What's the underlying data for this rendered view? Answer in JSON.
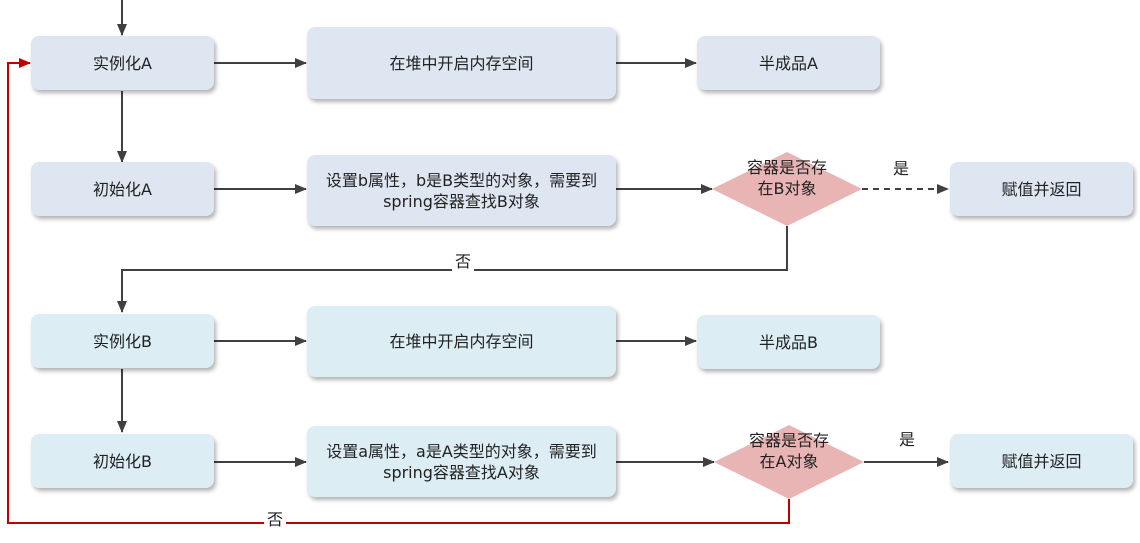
{
  "nodes": {
    "instantiate_a": "实例化A",
    "heap_a": "在堆中开启内存空间",
    "half_a": "半成品A",
    "init_a": "初始化A",
    "set_b": "设置b属性，b是B类型的对象，需要到spring容器查找B对象",
    "check_b": "容器是否存在B对象",
    "return_b": "赋值并返回",
    "instantiate_b": "实例化B",
    "heap_b": "在堆中开启内存空间",
    "half_b": "半成品B",
    "init_b": "初始化B",
    "set_a": "设置a属性，a是A类型的对象，需要到spring容器查找A对象",
    "check_a": "容器是否存在A对象",
    "return_a": "赋值并返回"
  },
  "edges": {
    "yes_b": "是",
    "no_b": "否",
    "yes_a": "是",
    "no_a": "否"
  },
  "colors": {
    "box_blue": "#dde6f1",
    "box_cyan": "#dcedf4",
    "diamond": "#e8b4b4",
    "arrow": "#404040",
    "loop_arrow": "#c00000"
  }
}
